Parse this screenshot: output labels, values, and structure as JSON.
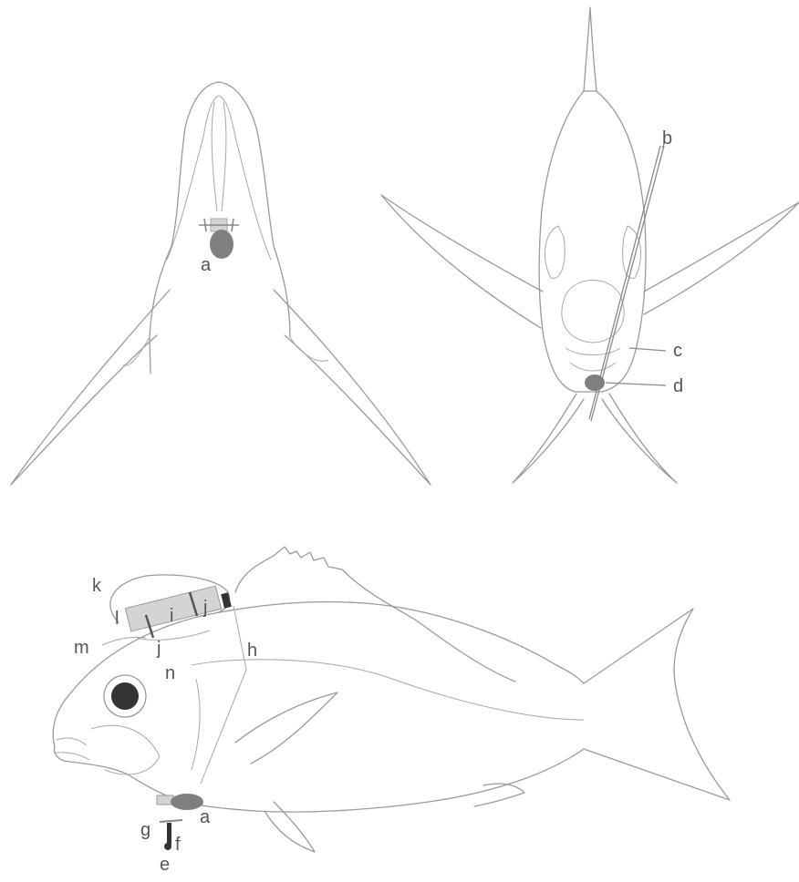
{
  "figure": {
    "labels": {
      "a_top": "a",
      "b": "b",
      "c": "c",
      "d": "d",
      "k": "k",
      "l": "l",
      "i": "i",
      "j_right": "j",
      "j_left": "j",
      "m": "m",
      "n": "n",
      "h": "h",
      "a_side": "a",
      "g": "g",
      "f": "f",
      "e": "e"
    },
    "colors": {
      "line": "#9a9a9a",
      "device": "#7f7f7f",
      "pad": "#d4d4d4",
      "eye": "#333333",
      "label": "#555555"
    }
  }
}
